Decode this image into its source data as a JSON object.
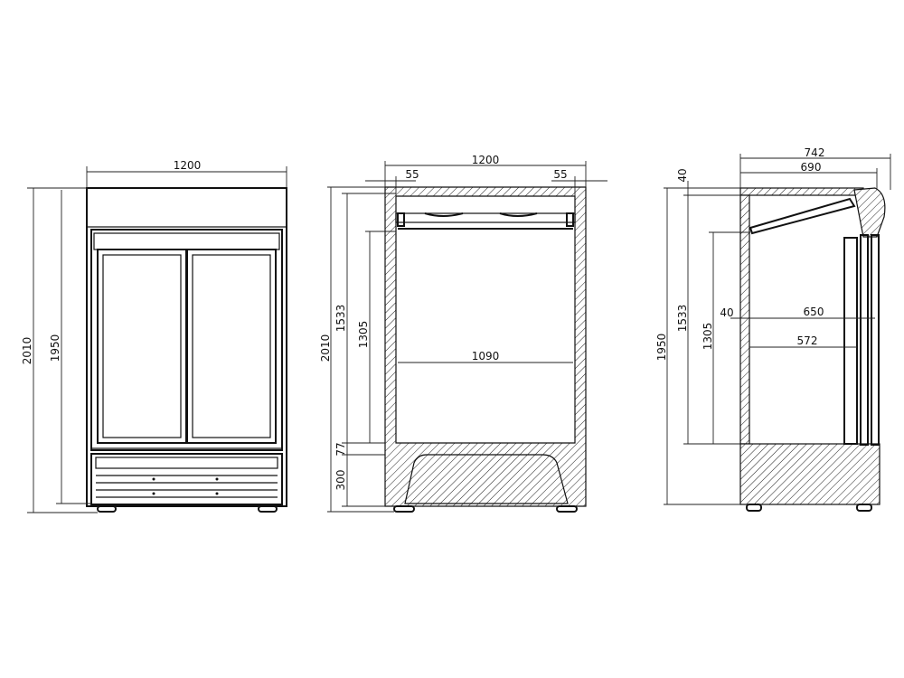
{
  "front_view": {
    "width_label": "1200",
    "overall_height_label": "2010",
    "body_height_label": "1950"
  },
  "section_view": {
    "width_label": "1200",
    "left_wall_label": "55",
    "right_wall_label": "55",
    "overall_height_label": "2010",
    "interior_height_label": "1533",
    "shelf_height_label": "1305",
    "floor_thickness_label": "77",
    "base_height_label": "300",
    "interior_width_label": "1090"
  },
  "side_view": {
    "overall_depth_label": "742",
    "cabinet_depth_label": "690",
    "top_thickness_label": "40",
    "overall_height_label": "1950",
    "interior_height_label": "1533",
    "shelf_height_label": "1305",
    "back_wall_label": "40",
    "interior_depth_label": "650",
    "shelf_depth_label": "572"
  }
}
